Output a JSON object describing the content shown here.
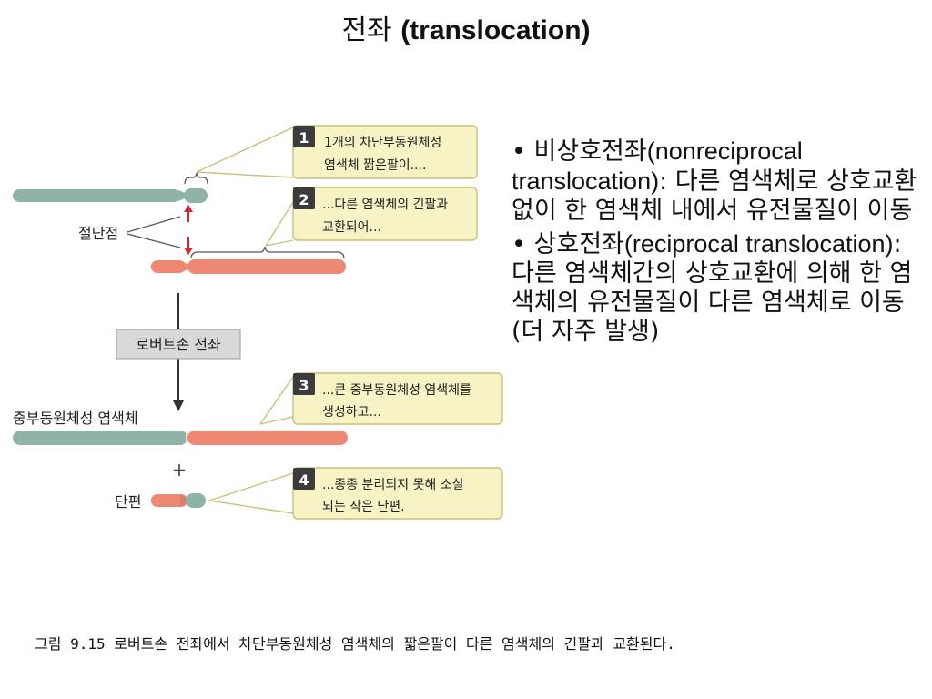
{
  "title": {
    "korean": "전좌",
    "english": "(translocation)"
  },
  "figure": {
    "steps": [
      {
        "number": "1",
        "line1": "1개의 차단부동원체성",
        "line2": "염색체 짧은팔이...."
      },
      {
        "number": "2",
        "line1": "...다른 염색체의 긴팔과",
        "line2": "교환되어..."
      },
      {
        "number": "3",
        "line1": "...큰 중부동원체성 염색체를",
        "line2": "생성하고..."
      },
      {
        "number": "4",
        "line1": "...종종 분리되지 못해 소실",
        "line2": "되는 작은 단편."
      }
    ],
    "breakpoint_label": "절단점",
    "process_label": "로버트손 전좌",
    "metacentric_label": "중부동원체성 염색체",
    "plus_sign": "+",
    "fragment_label": "단편",
    "colors": {
      "green_chromosome": "#8fb3a6",
      "red_chromosome": "#ee8872",
      "callout_fill": "#f8f3c4",
      "callout_border": "#c9c07a",
      "step_number_bg": "#3b3b3b",
      "arrow_red": "#d9242b"
    }
  },
  "bullets": [
    {
      "term": "비상호전좌",
      "english": "(nonreciprocal translocation)",
      "desc": ": 다른 염색체로 상호교환 없이 한 염색체 내에서 유전물질이 이동"
    },
    {
      "term": "상호전좌",
      "english": "(reciprocal translocation)",
      "desc": ": 다른 염색체간의 상호교환에 의해 한 염색체의 유전물질이 다른 염색체로 이동 (더 자주 발생)"
    }
  ],
  "caption": "그림 9.15 로버트손 전좌에서 차단부동원체성 염색체의 짧은팔이 다른 염색체의 긴팔과 교환된다."
}
